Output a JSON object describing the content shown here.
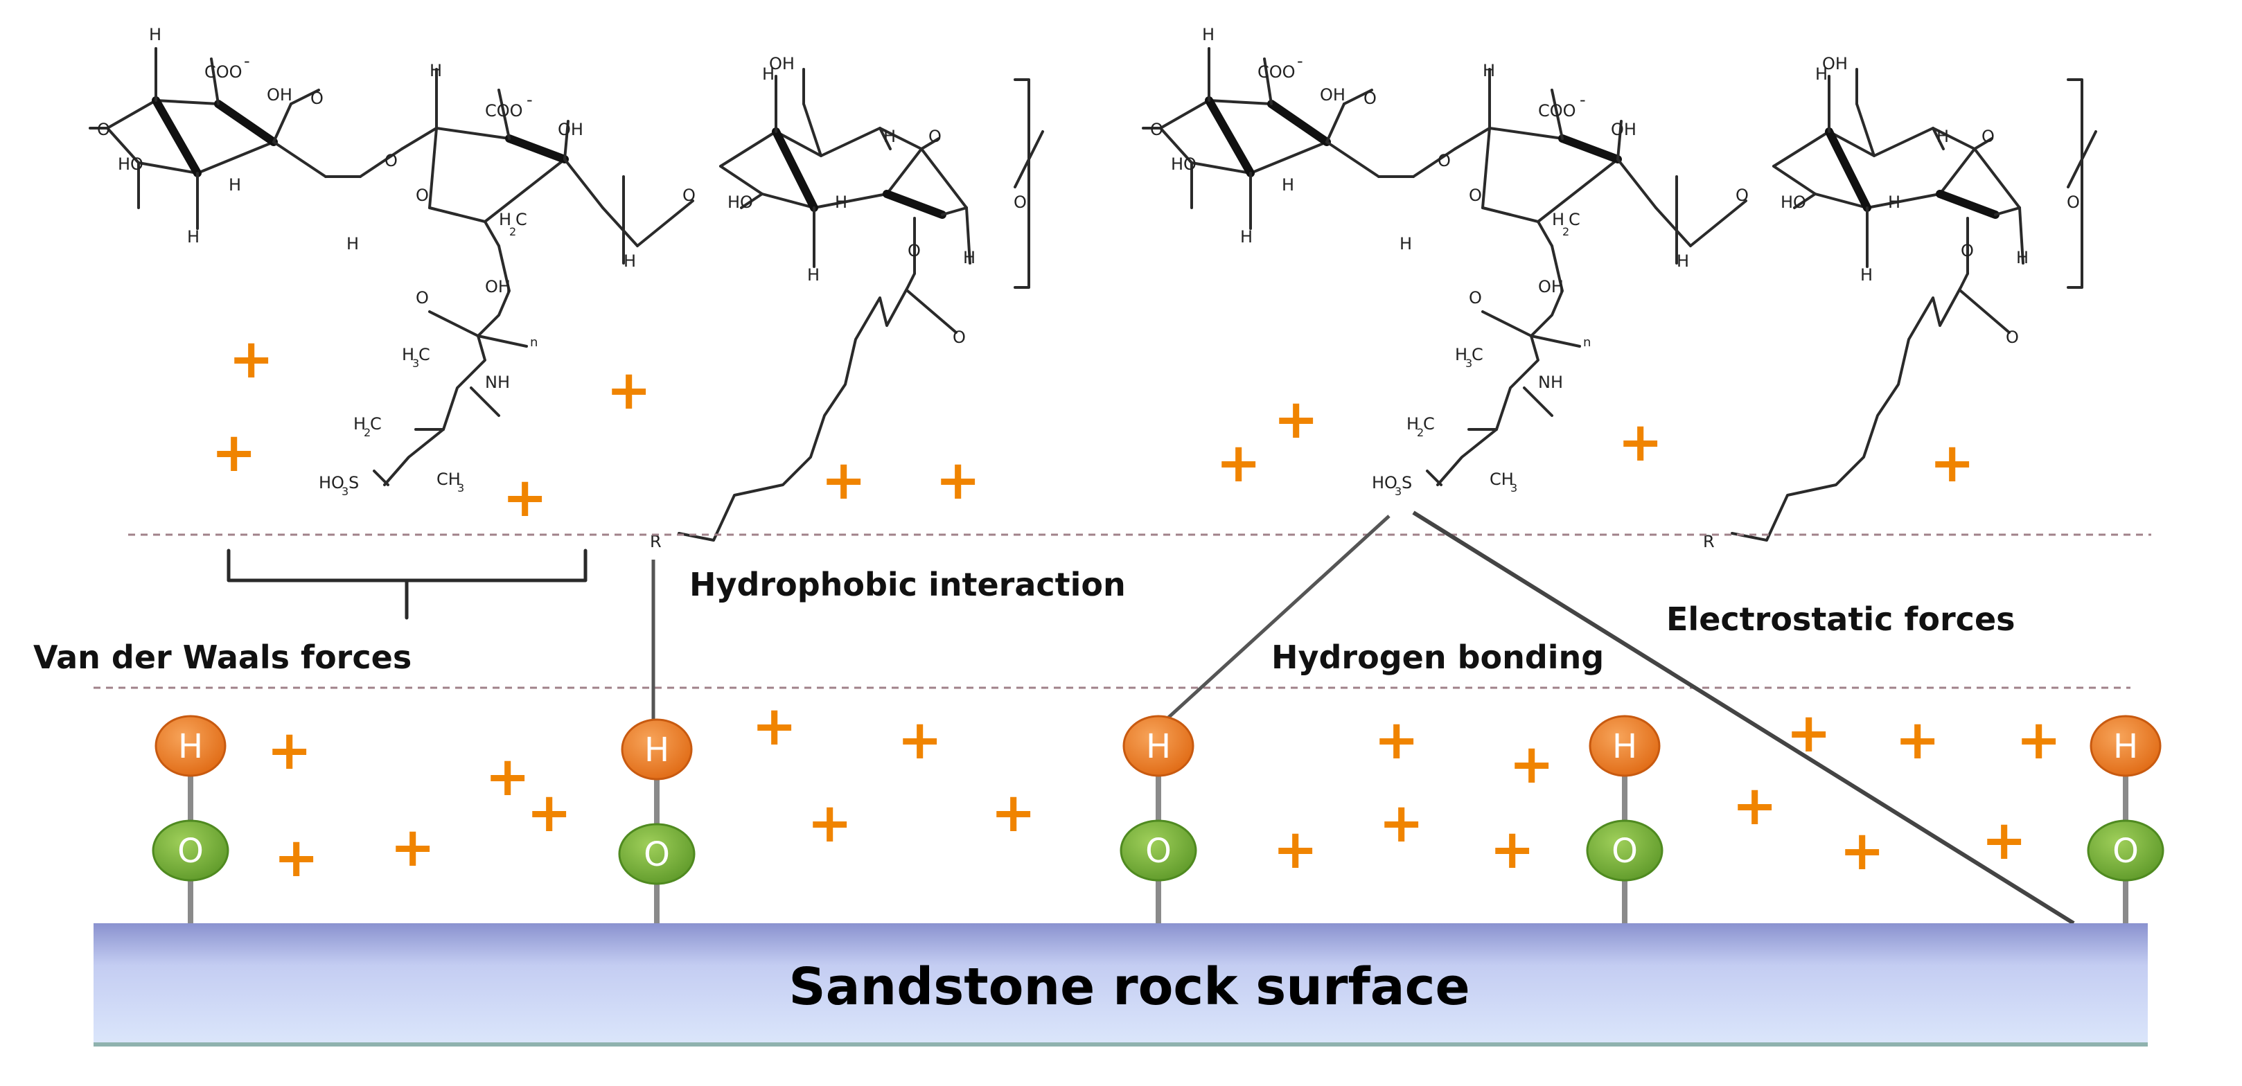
{
  "labels": {
    "van_der_waals": "Van der Waals  forces",
    "hydrophobic": "Hydrophobic interaction",
    "hydrogen_bonding": "Hydrogen bonding",
    "electrostatic": "Electrostatic forces",
    "surface": "Sandstone rock surface"
  },
  "molecule": {
    "coo": "COO",
    "coo_charge": "-",
    "oh": "OH",
    "h": "H",
    "o": "O",
    "ho": "HO",
    "h3c": "H",
    "h3c_sub": "3",
    "h3c_c": "C",
    "h2c": "H",
    "h2c_sub": "2",
    "h2c_c": "C",
    "nh": "NH",
    "ch3": "CH",
    "ch3_sub": "3",
    "ho3s": "HO",
    "ho3s_sub": "3",
    "ho3s_s": "S",
    "n": "n",
    "r": "R"
  },
  "atoms": {
    "h": "H",
    "o": "O"
  },
  "charge_symbol": "+",
  "colors": {
    "h_atom": "#ef7d22",
    "o_atom": "#7fb23e",
    "plus": "#f08400",
    "surface_top": "#8a92cf",
    "surface_bottom": "#dbe6fb",
    "surface_edge": "#8fb2ae"
  }
}
